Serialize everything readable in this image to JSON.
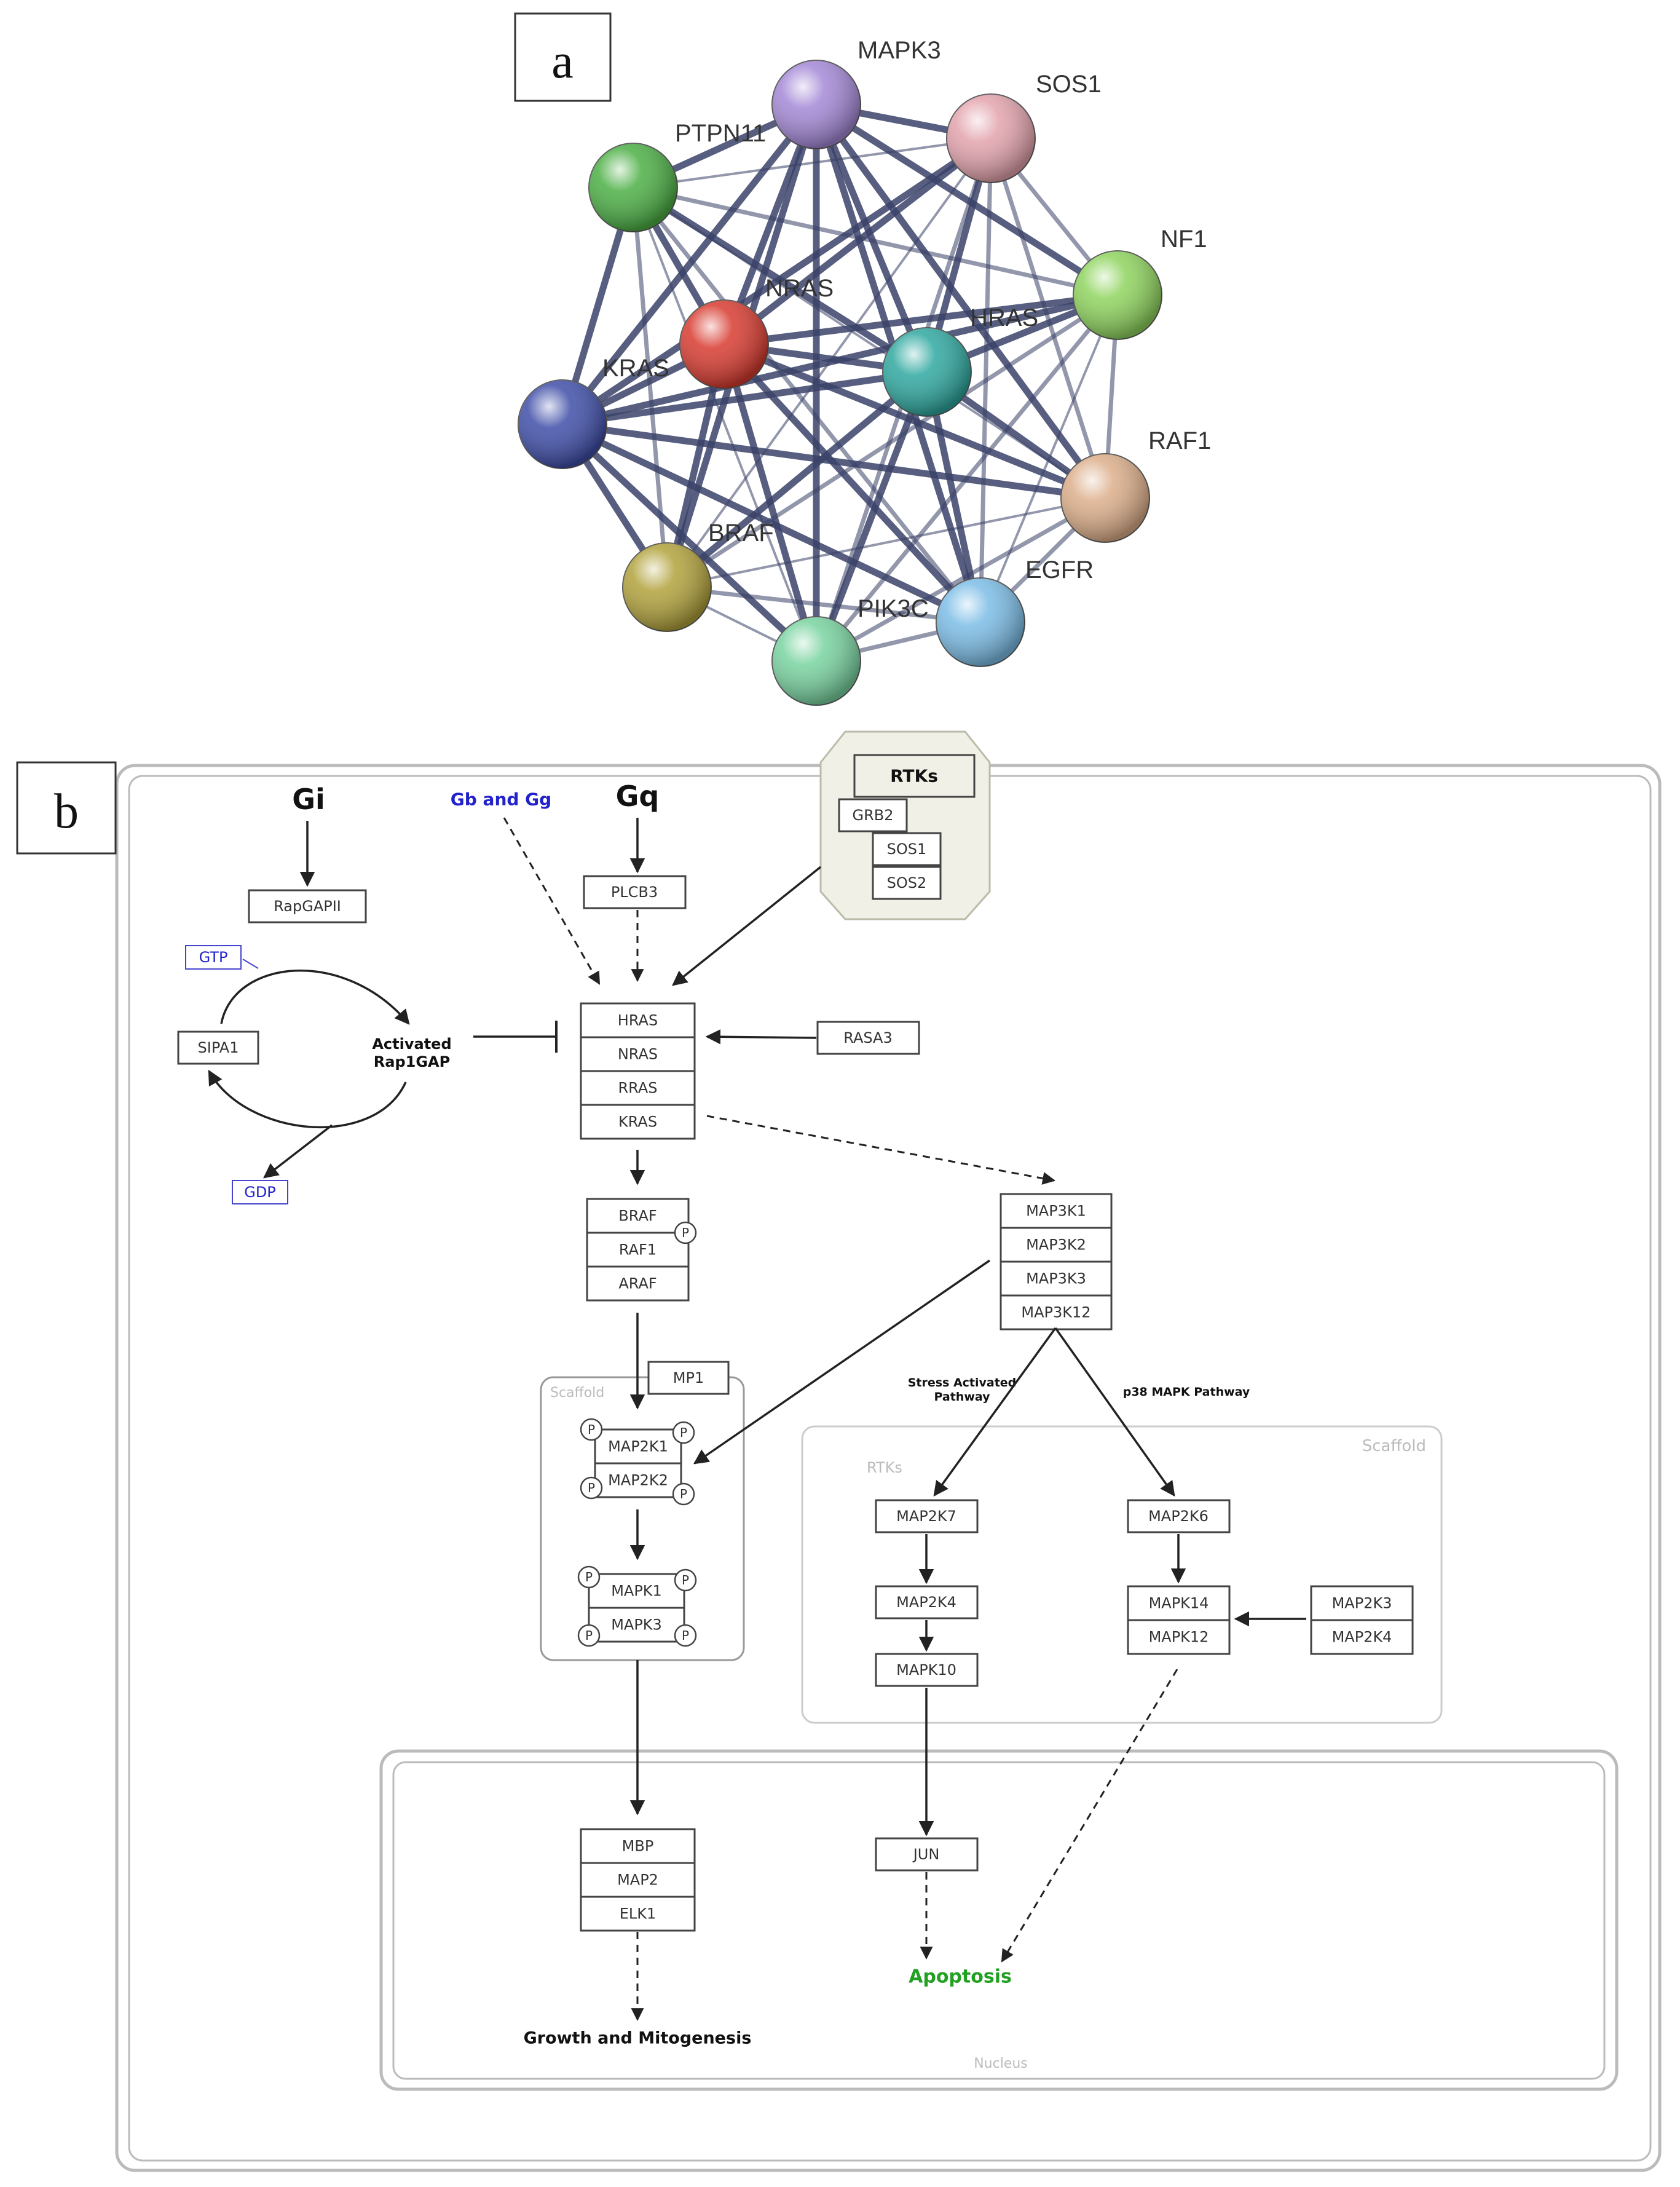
{
  "panel_a": {
    "letter": "a",
    "nodes": [
      {
        "id": "MAPK3",
        "label": "MAPK3",
        "color": "#a488d6"
      },
      {
        "id": "SOS1",
        "label": "SOS1",
        "color": "#e3a3ad"
      },
      {
        "id": "PTPN11",
        "label": "PTPN11",
        "color": "#4caf45"
      },
      {
        "id": "NF1",
        "label": "NF1",
        "color": "#8fd45e"
      },
      {
        "id": "NRAS",
        "label": "NRAS",
        "color": "#d83b30"
      },
      {
        "id": "HRAS",
        "label": "HRAS",
        "color": "#2fa8a0"
      },
      {
        "id": "KRAS",
        "label": "KRAS",
        "color": "#3f4ea8"
      },
      {
        "id": "RAF1",
        "label": "RAF1",
        "color": "#dcae8a"
      },
      {
        "id": "BRAF",
        "label": "BRAF",
        "color": "#b2a23c"
      },
      {
        "id": "EGFR",
        "label": "EGFR",
        "color": "#7cbde6"
      },
      {
        "id": "PIK3C",
        "label": "PIK3C",
        "color": "#79d3a0"
      }
    ],
    "edge_color": "#3a4268"
  },
  "panel_b": {
    "letter": "b",
    "inputs": {
      "gi": "Gi",
      "gbgg": "Gb and Gg",
      "gq": "Gq"
    },
    "rtk_box": {
      "rtks": "RTKs",
      "grb2": "GRB2",
      "sos1": "SOS1",
      "sos2": "SOS2"
    },
    "rapgap": "RapGAPII",
    "plcb3": "PLCB3",
    "gtp": "GTP",
    "gdp": "GDP",
    "sipa1": "SIPA1",
    "activated_line1": "Activated",
    "activated_line2": "Rap1GAP",
    "ras_stack": [
      "HRAS",
      "NRAS",
      "RRAS",
      "KRAS"
    ],
    "rasa3": "RASA3",
    "raf_stack": [
      "BRAF",
      "RAF1",
      "ARAF"
    ],
    "map3k_stack": [
      "MAP3K1",
      "MAP3K2",
      "MAP3K3",
      "MAP3K12"
    ],
    "mp1": "MP1",
    "scaffold_left": "Scaffold",
    "map2k12": [
      "MAP2K1",
      "MAP2K2"
    ],
    "mapk13": [
      "MAPK1",
      "MAPK3"
    ],
    "phospho": "P",
    "stress_line1": "Stress Activated",
    "stress_line2": "Pathway",
    "p38_label": "p38 MAPK Pathway",
    "scaffold_right": "Scaffold",
    "rtks_faint": "RTKs",
    "map2k7": "MAP2K7",
    "map2k4": "MAP2K4",
    "mapk10": "MAPK10",
    "map2k6": "MAP2K6",
    "mapk14_12": [
      "MAPK14",
      "MAPK12"
    ],
    "map2k34": [
      "MAP2K3",
      "MAP2K4"
    ],
    "jun": "JUN",
    "nuc_stack": [
      "MBP",
      "MAP2",
      "ELK1"
    ],
    "growth": "Growth and Mitogenesis",
    "apoptosis": "Apoptosis",
    "nucleus": "Nucleus",
    "colors": {
      "blue_text": "#2222cc",
      "green_text": "#22a022",
      "faint": "#bbbbbb"
    }
  }
}
